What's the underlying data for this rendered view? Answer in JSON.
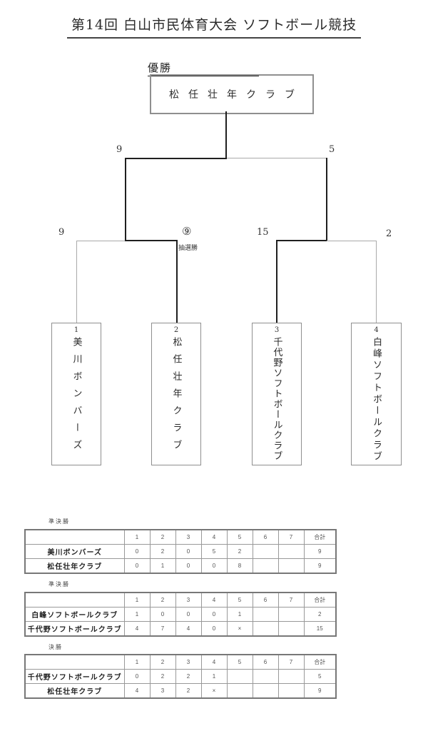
{
  "page": {
    "title": "第14回 白山市民体育大会 ソフトボール競技"
  },
  "bracket": {
    "champion_label": "優勝",
    "champion_name": "松任壮年クラブ",
    "final": {
      "left_score": "9",
      "right_score": "5"
    },
    "semifinal_left": {
      "left_score": "9",
      "right_score": "⑨",
      "lottery_note": "抽選勝"
    },
    "semifinal_right": {
      "left_score": "15",
      "right_score": "2"
    },
    "teams": [
      {
        "seed": "1",
        "name": "美川ボンバーズ"
      },
      {
        "seed": "2",
        "name": "松任壮年クラブ"
      },
      {
        "seed": "3",
        "name": "千代野ソフトボールクラブ"
      },
      {
        "seed": "4",
        "name": "白峰ソフトボールクラブ"
      }
    ]
  },
  "colors": {
    "winner_path": "#1f1f1f",
    "loser_path": "#a9a9a9",
    "box_border": "#8f8f8f"
  },
  "tables": [
    {
      "label": "準決勝",
      "headers": [
        "",
        "1",
        "2",
        "3",
        "4",
        "5",
        "6",
        "7",
        "合計"
      ],
      "rows": [
        {
          "team": "美川ボンバーズ",
          "innings": [
            "0",
            "2",
            "0",
            "5",
            "2",
            "",
            ""
          ],
          "total": "9"
        },
        {
          "team": "松任壮年クラブ",
          "innings": [
            "0",
            "1",
            "0",
            "0",
            "8",
            "",
            ""
          ],
          "total": "9"
        }
      ]
    },
    {
      "label": "準決勝",
      "headers": [
        "",
        "1",
        "2",
        "3",
        "4",
        "5",
        "6",
        "7",
        "合計"
      ],
      "rows": [
        {
          "team": "白峰ソフトボールクラブ",
          "innings": [
            "1",
            "0",
            "0",
            "0",
            "1",
            "",
            ""
          ],
          "total": "2"
        },
        {
          "team": "千代野ソフトボールクラブ",
          "innings": [
            "4",
            "7",
            "4",
            "0",
            "×",
            "",
            ""
          ],
          "total": "15"
        }
      ]
    },
    {
      "label": "決勝",
      "headers": [
        "",
        "1",
        "2",
        "3",
        "4",
        "5",
        "6",
        "7",
        "合計"
      ],
      "rows": [
        {
          "team": "千代野ソフトボールクラブ",
          "innings": [
            "0",
            "2",
            "2",
            "1",
            "",
            "",
            ""
          ],
          "total": "5"
        },
        {
          "team": "松任壮年クラブ",
          "innings": [
            "4",
            "3",
            "2",
            "×",
            "",
            "",
            ""
          ],
          "total": "9"
        }
      ]
    }
  ]
}
